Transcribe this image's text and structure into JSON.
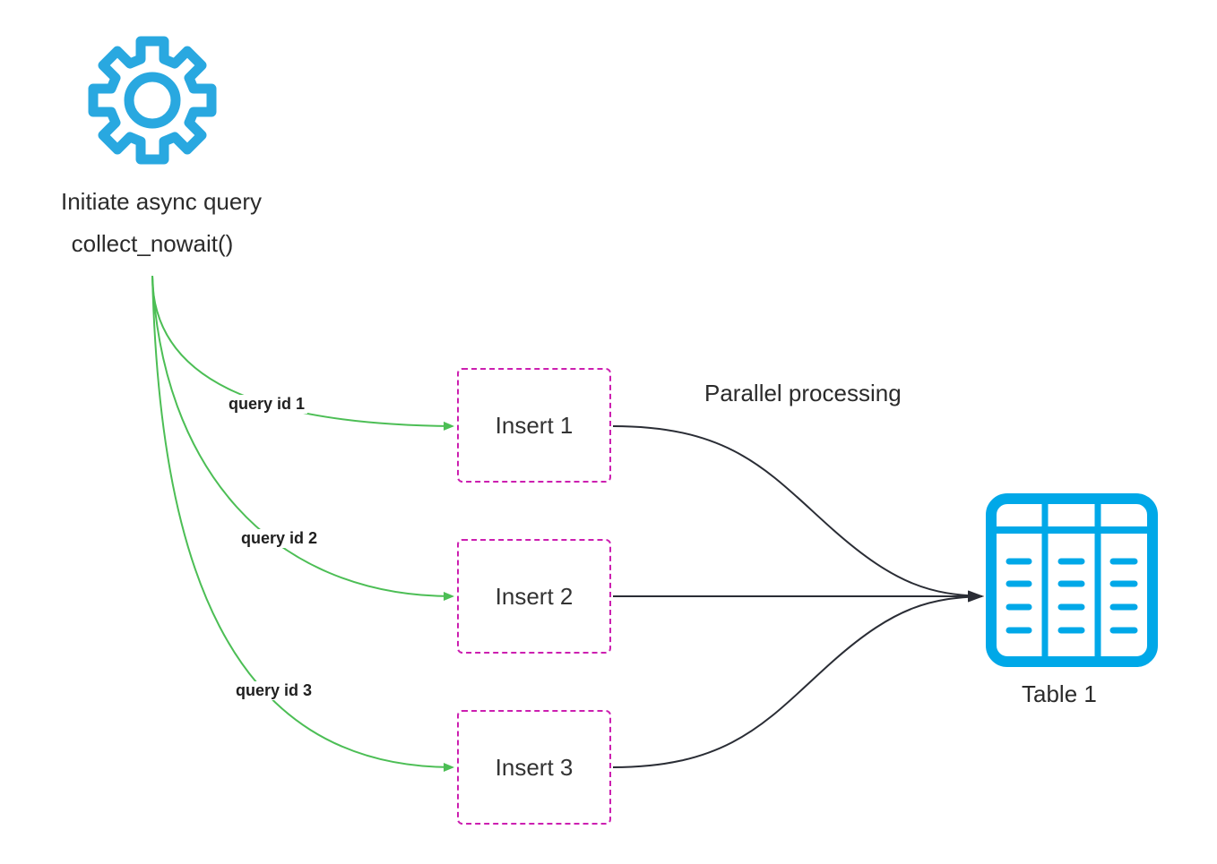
{
  "source": {
    "label": "Initiate async query",
    "function": "collect_nowait()",
    "icon": "gear-icon",
    "icon_color": "#29a8e0"
  },
  "query_ids": [
    "query id 1",
    "query id 2",
    "query id 3"
  ],
  "inserts": [
    "Insert 1",
    "Insert 2",
    "Insert 3"
  ],
  "parallel_label": "Parallel processing",
  "target": {
    "label": "Table 1",
    "icon": "table-icon",
    "icon_color": "#00a8e8"
  },
  "colors": {
    "query_arrows": "#4cbe55",
    "insert_border": "#cc1fb0",
    "merge_arrows": "#2a2d35"
  }
}
